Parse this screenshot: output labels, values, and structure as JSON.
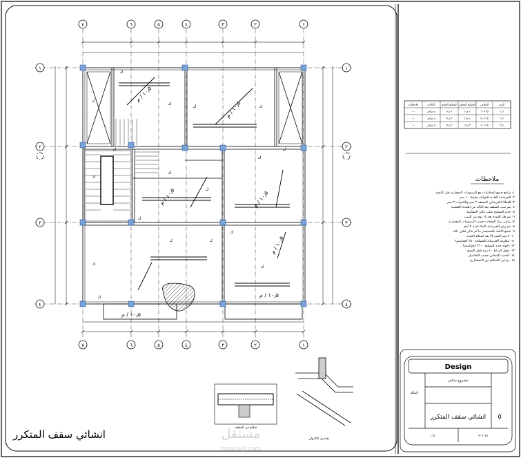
{
  "drawing_title": "انشائي سقف المتكرر",
  "watermark": {
    "arabic": "مستقل",
    "latin": "mostaql.com"
  },
  "axes_vertical": [
    "٧",
    "٦",
    "٥",
    "٤",
    "٣",
    "٢",
    "١"
  ],
  "axes_horizontal": [
    "١",
    "٢",
    "٣",
    "٤"
  ],
  "notes_title": "ملاحظات",
  "notes": [
    "١- تراجع جميع المقاسات مع الرسومات المعمارية قبل التنفيذ",
    "٢- الخرسانة العادية للقواعد بسمك ١٠ سم",
    "٣- الغطاء الخرساني للسقف ٢ سم وللكمرات ٣ سم",
    "٤- يتم صب السقف بعد التأكد من الشدة الخشبية",
    "٥- حديد التسليح صلب عالي المقاومة",
    "٦- يتم فك الشدة بعد ١٤ يوم من الصب",
    "٧- يراعى ترك الفتحات حسب الرسومات المعمارية",
    "٨- يتم رش الخرسانة بالماء لمدة ٧ أيام",
    "٩- جميع الأبعاد بالسنتيمتر ما لم يذكر خلاف ذلك",
    "١٠- لا يتم الصب إلا بعد استلام الحديد",
    "١١- مقاومة الخرسانة المسلحة ٢٥٠ كجم/سم٢",
    "١٢- إجهاد حديد التسليح ٣٦٠٠ كجم/سم٢",
    "١٣- طول الرباط ٤٠ مرة قطر السيخ",
    "١٤- الحديد الإضافي حسب التفاصيل",
    "١٥- يراعى الاستلام من الاستشاري"
  ],
  "table": {
    "headers": [
      "الرمز",
      "المقاس",
      "التسليح السفلي",
      "التسليح العلوي",
      "الكانات",
      "ملاحظات"
    ],
    "rows": [
      [
        "ك١",
        "٢٥×٦٠",
        "٤ م١٦",
        "٢ م١٢",
        "٥ م٨/م",
        "—"
      ],
      [
        "ك٢",
        "٢٥×٥٠",
        "٤ م١٦",
        "٢ م١٢",
        "٥ م٨/م",
        "—"
      ],
      [
        "ك٣",
        "٢٥×٤٠",
        "٣ م١٦",
        "٢ م١٢",
        "٥ م٨/م",
        "—"
      ]
    ]
  },
  "title_block": {
    "design": "Design",
    "project_label": "مشروع سكني",
    "owner_label": "المالك",
    "number": "٥",
    "sheet_title": "انشائي سقف المتكرر",
    "scale": "١:٥٠",
    "date": "٢٠٢٠/٥"
  },
  "room_labels": [
    "١٠٫٥ / م",
    "١٠٫٥ / م",
    "١٠٫٥ / م",
    "١٠٫٥ / م",
    "١٠٫٥ / م",
    "١٠٫٥ / م",
    "١٠٫٥ / م"
  ],
  "section_titles": {
    "left": "قطاع في السقف",
    "right": "تفاصيل الكابولي"
  },
  "beam_label": "ك",
  "colors": {
    "line": "#000000",
    "column_fill": "#7aa2d6",
    "column_stroke": "#2b5fa8"
  }
}
